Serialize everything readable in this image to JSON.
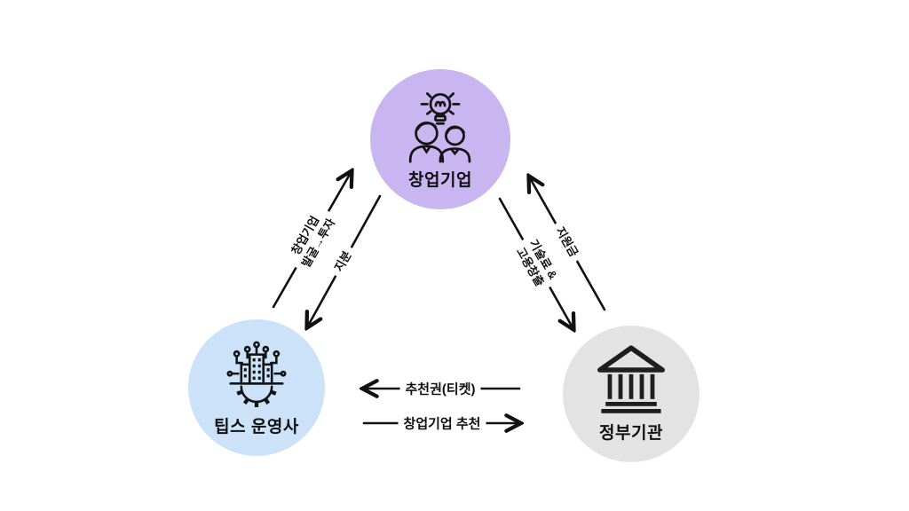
{
  "diagram": {
    "arrow_color": "#111111",
    "nodes": [
      {
        "id": "startup",
        "label": "창업기업",
        "circle_color": "#c9b5f0",
        "icon": "team-idea-lightbulb-icon"
      },
      {
        "id": "tips",
        "label": "팁스 운영사",
        "circle_color": "#cbe2f8",
        "icon": "smart-building-gear-icon"
      },
      {
        "id": "gov",
        "label": "정부기관",
        "circle_color": "#e3e3e3",
        "icon": "bank-building-icon"
      }
    ],
    "edges": [
      {
        "from": "팁스 운영사",
        "to": "창업기업",
        "label_line1": "창업기업",
        "label_line2": "발굴→투자"
      },
      {
        "from": "창업기업",
        "to": "팁스 운영사",
        "label": "지분"
      },
      {
        "from": "정부기관",
        "to": "창업기업",
        "label": "지원금"
      },
      {
        "from": "창업기업",
        "to": "정부기관",
        "label_line1": "기술료 &",
        "label_line2": "고용창출"
      },
      {
        "from": "정부기관",
        "to": "팁스 운영사",
        "label": "추천권(티켓)"
      },
      {
        "from": "팁스 운영사",
        "to": "정부기관",
        "label": "창업기업 추천"
      }
    ]
  }
}
